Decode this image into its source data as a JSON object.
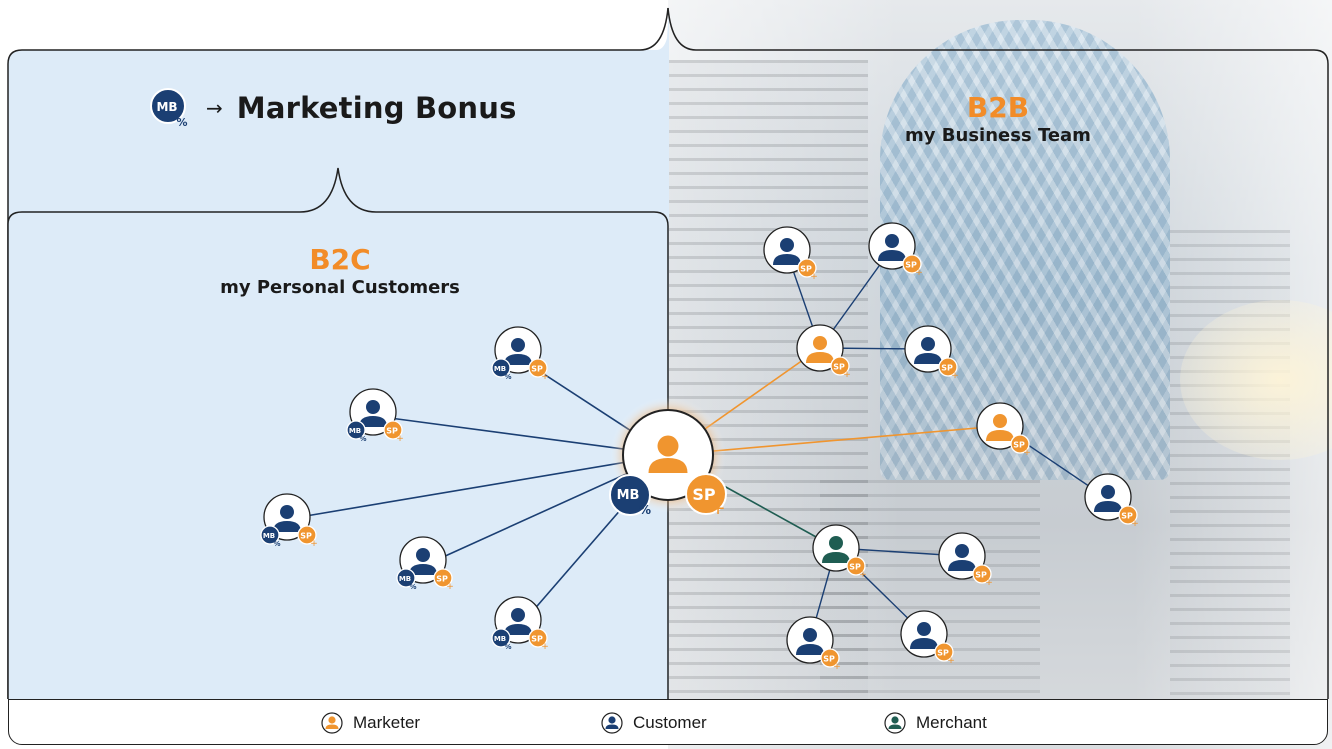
{
  "header": {
    "badge": "MB",
    "badge_sub": "%",
    "arrow": "→",
    "title": "Marketing Bonus"
  },
  "b2c": {
    "title": "B2C",
    "subtitle": "my Personal Customers"
  },
  "b2b": {
    "title": "B2B",
    "subtitle": "my Business Team"
  },
  "badges": {
    "mb": "MB",
    "mb_sub": "%",
    "sp": "SP",
    "sp_plus": "+"
  },
  "legend": [
    {
      "label": "Marketer",
      "color": "#f0952f"
    },
    {
      "label": "Customer",
      "color": "#1b3f73"
    },
    {
      "label": "Merchant",
      "color": "#1f5d52"
    }
  ],
  "colors": {
    "accent": "#f28c28",
    "navy": "#1b3f73",
    "teal": "#1f5d52",
    "panel": "#ddebf8"
  }
}
